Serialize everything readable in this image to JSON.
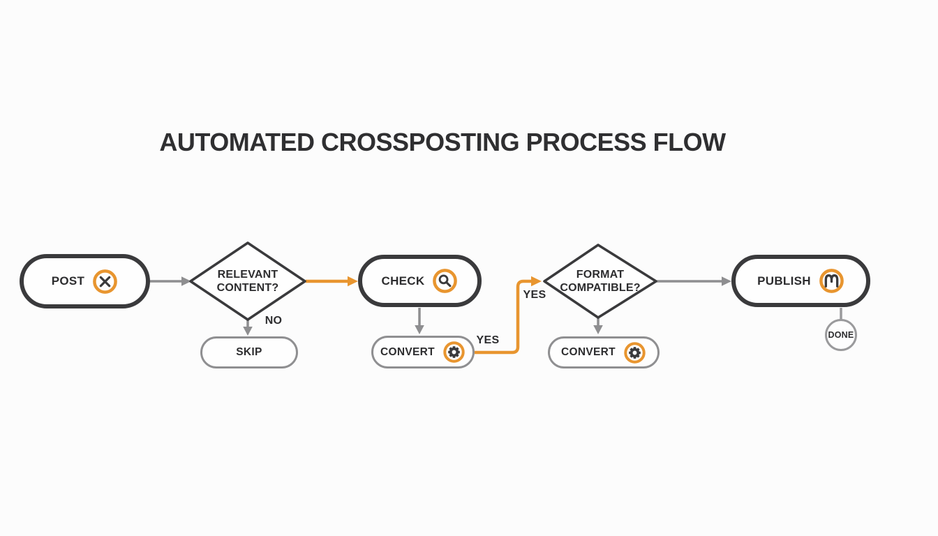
{
  "title": "AUTOMATED CROSSPOSTING PROCESS FLOW",
  "colors": {
    "accent_orange": "#E8952F",
    "node_border_dark": "#3A3A3C",
    "node_border_gray": "#8F8F91",
    "connector_gray": "#8E8E90",
    "text_dark": "#2D2D2F",
    "background": "#FCFCFC"
  },
  "nodes": {
    "post": {
      "label": "POST",
      "icon": "x-icon"
    },
    "relevant": {
      "line1": "RELEVANT",
      "line2": "CONTENT?"
    },
    "skip": {
      "label": "SKIP"
    },
    "check": {
      "label": "CHECK",
      "icon": "search-icon"
    },
    "convert1": {
      "label": "CONVERT",
      "icon": "gear-icon"
    },
    "format": {
      "line1": "FORMAT",
      "line2": "COMPATIBLE?"
    },
    "convert2": {
      "label": "CONVERT",
      "icon": "gear-icon"
    },
    "publish": {
      "label": "PUBLISH",
      "icon": "mastodon-icon"
    },
    "done": {
      "label": "DONE"
    }
  },
  "edge_labels": {
    "no": "NO",
    "yes_from_convert": "YES",
    "yes_into_format": "YES"
  }
}
